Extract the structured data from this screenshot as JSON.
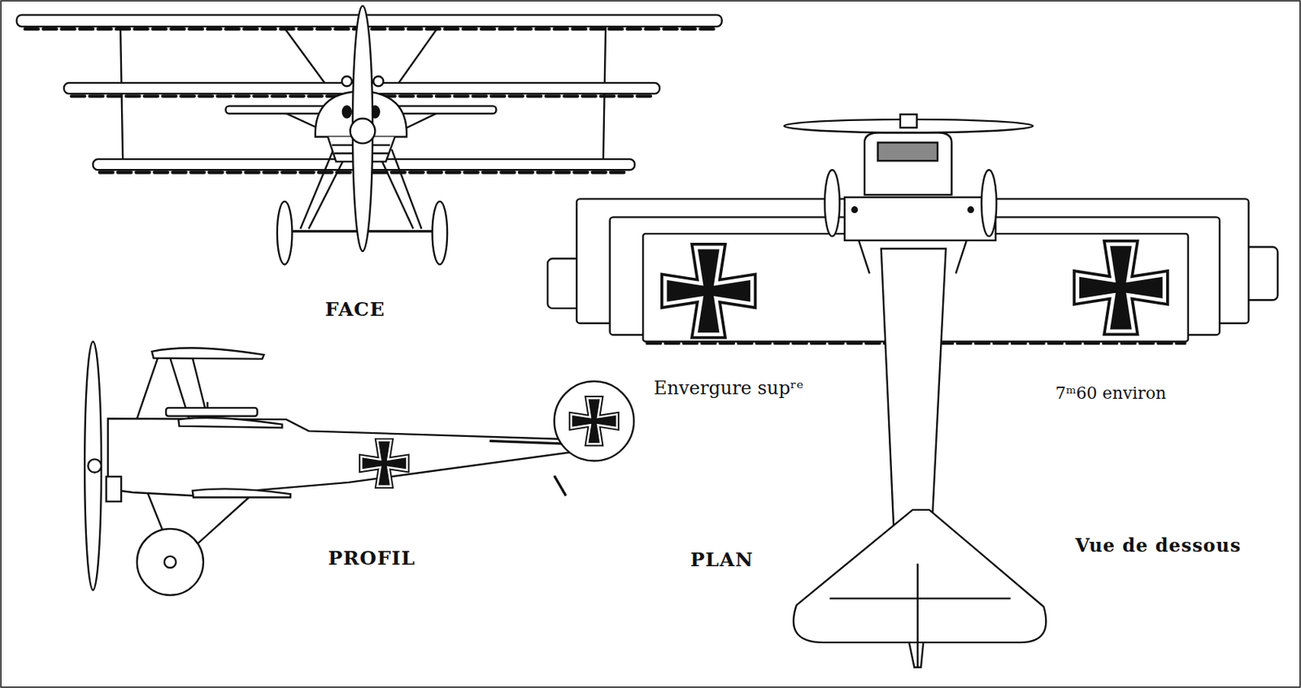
{
  "diagram": {
    "labels": [
      "FACE",
      "Envergure supʳᵉ",
      "7ᵐ60 environ",
      "PROFIL",
      "PLAN",
      "Vue de dessous"
    ]
  }
}
